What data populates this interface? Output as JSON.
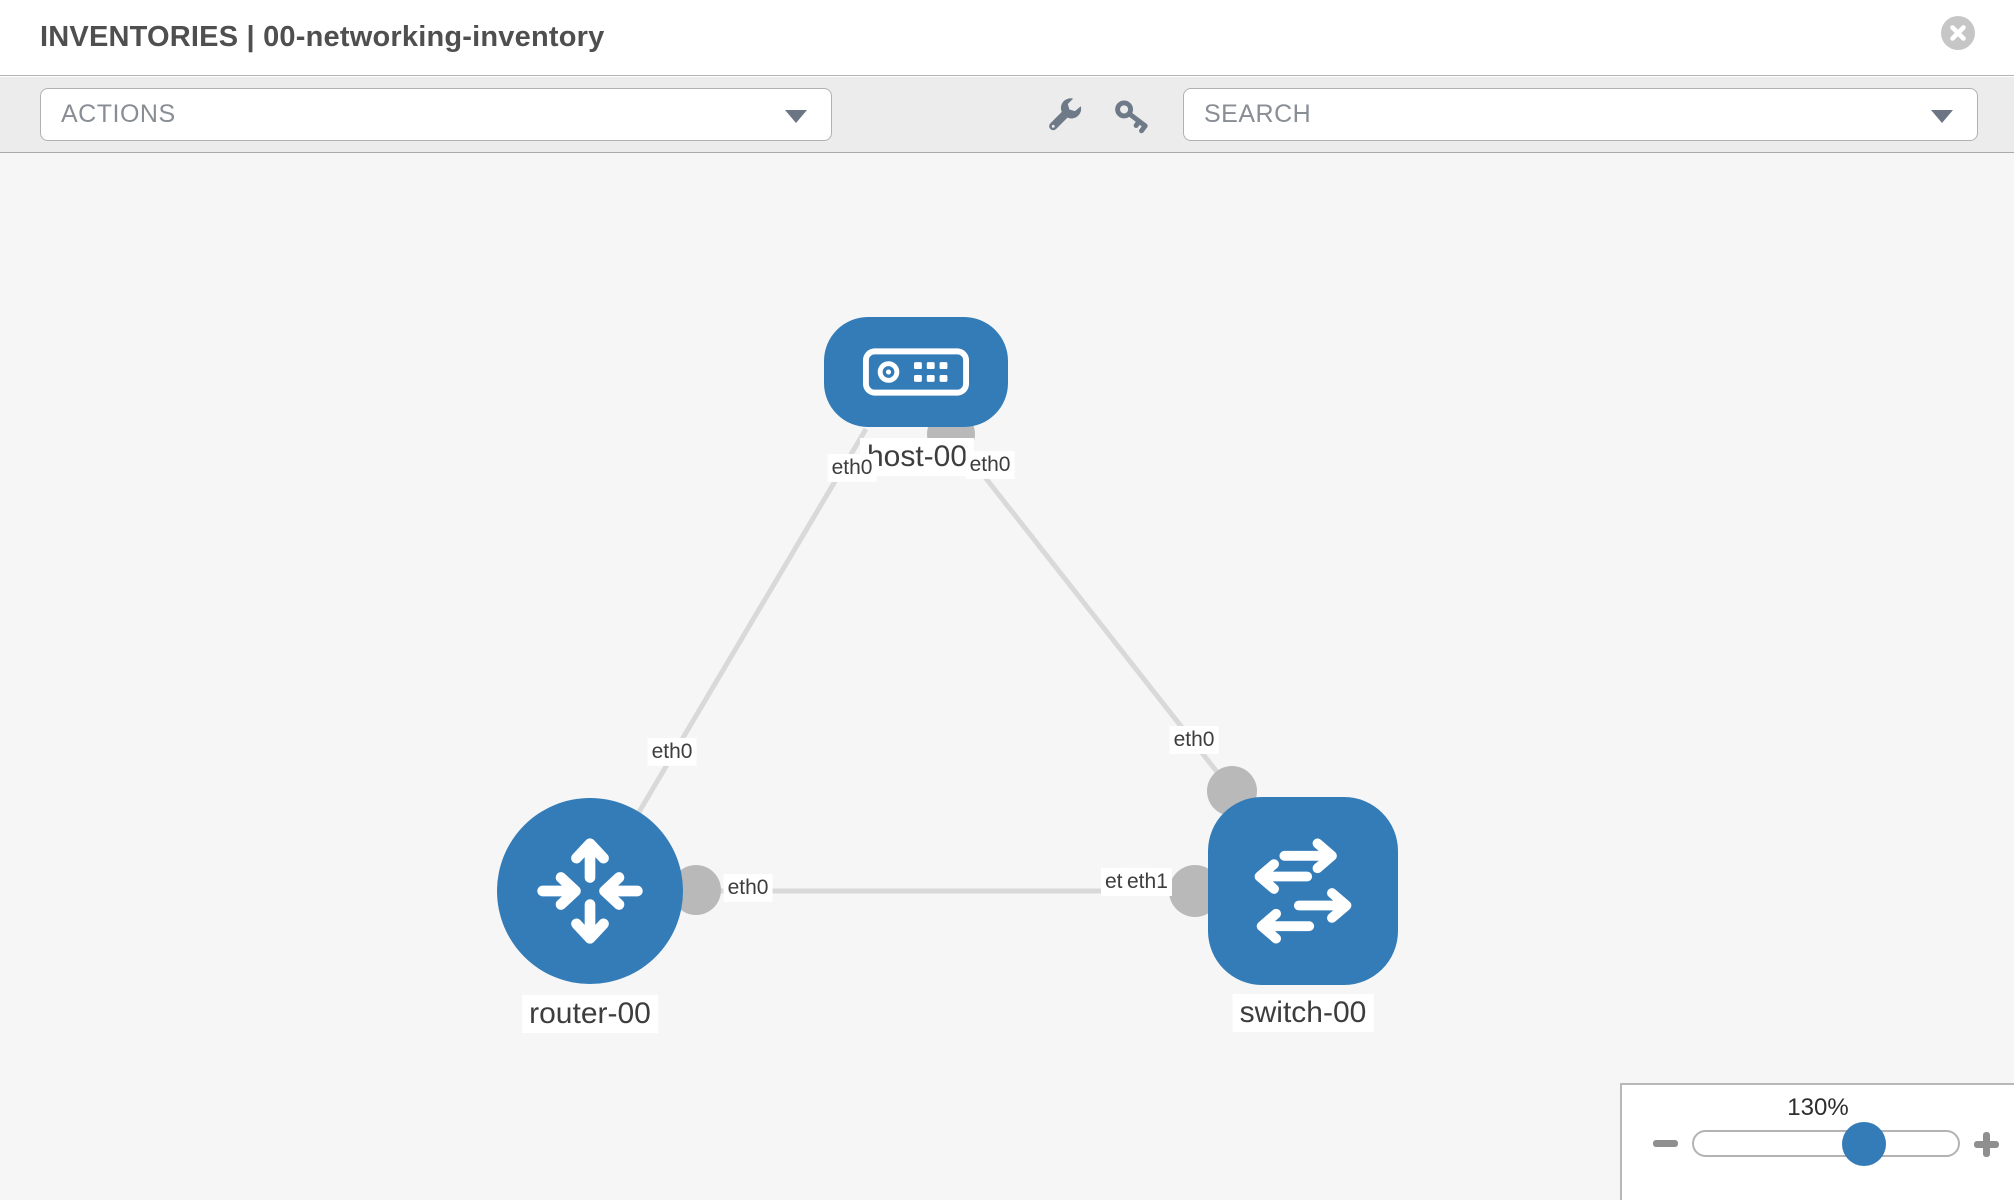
{
  "header": {
    "title": "INVENTORIES | 00-networking-inventory"
  },
  "toolbar": {
    "actions": "ACTIONS",
    "search": "SEARCH",
    "icons": [
      "wrench-icon",
      "key-icon"
    ]
  },
  "nodes": {
    "host": {
      "label": "host-00",
      "type": "host"
    },
    "router": {
      "label": "router-00",
      "type": "router"
    },
    "switch": {
      "label": "switch-00",
      "type": "switch"
    }
  },
  "interfaces": {
    "host_left": "eth0",
    "host_right": "eth0",
    "router_top": "eth0",
    "router_right": "eth0",
    "switch_top": "eth0",
    "switch_back": "eth0",
    "switch_front": "eth1"
  },
  "links": [
    {
      "from": "host-00",
      "from_if": "eth0",
      "to": "router-00",
      "to_if": "eth0"
    },
    {
      "from": "host-00",
      "from_if": "eth0",
      "to": "switch-00",
      "to_if": "eth0"
    },
    {
      "from": "router-00",
      "from_if": "eth0",
      "to": "switch-00",
      "to_if": "eth1"
    }
  ],
  "zoom": {
    "level": "130%"
  },
  "icons": {
    "close": "circle-x",
    "dropdown": "chevron-down",
    "zoom_out": "minus",
    "zoom_in": "plus"
  },
  "colors": {
    "node_blue": "#337cb8",
    "link_gray": "#d9d9d9",
    "connector_gray": "#b9b9b9",
    "canvas_gray": "#f6f6f6",
    "slider_handle_blue": "#337cb8"
  }
}
